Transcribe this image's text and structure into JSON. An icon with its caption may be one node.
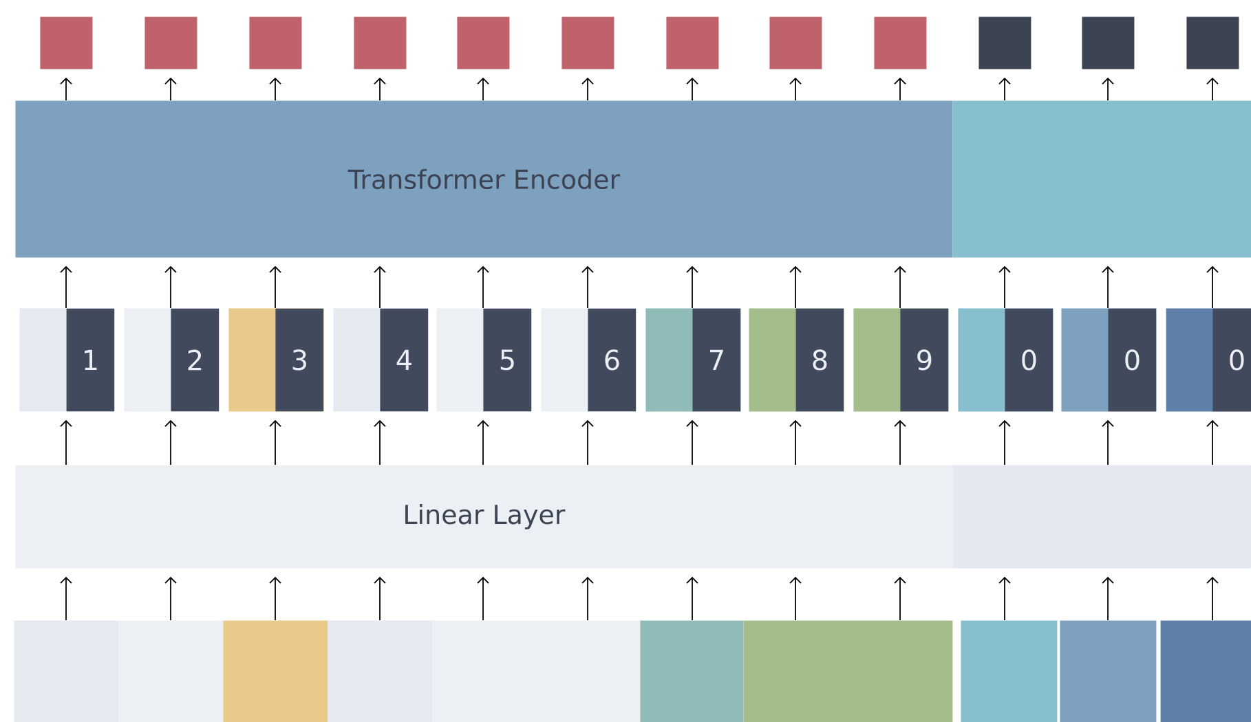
{
  "diagram": {
    "nodes": [
      {
        "text": [],
        "shape": "box"
      },
      {
        "text": [],
        "shape": "box"
      },
      {
        "text": [],
        "shape": "box"
      },
      {
        "text": [],
        "shape": "box"
      },
      {
        "text": [],
        "shape": "box"
      },
      {
        "text": [],
        "shape": "box"
      },
      {
        "text": [],
        "shape": "box"
      },
      {
        "text": [],
        "shape": "box"
      },
      {
        "text": [],
        "shape": "box"
      },
      {
        "text": [],
        "shape": "box"
      },
      {
        "text": [],
        "shape": "box"
      },
      {
        "text": [],
        "shape": "box"
      },
      {
        "text": [
          "Transformer Encoder"
        ]
      },
      {
        "text": [],
        "shape": "box"
      },
      {
        "text": [
          "1"
        ]
      },
      {
        "text": [
          "2"
        ]
      },
      {
        "text": [
          "3"
        ]
      },
      {
        "text": [
          "4"
        ]
      },
      {
        "text": [
          "5"
        ]
      },
      {
        "text": [
          "6"
        ]
      },
      {
        "text": [
          "7"
        ]
      },
      {
        "text": [
          "8"
        ]
      },
      {
        "text": [
          "9"
        ]
      },
      {
        "text": [
          "0"
        ]
      },
      {
        "text": [
          "0"
        ]
      },
      {
        "text": [
          "0"
        ]
      },
      {
        "text": [
          "Linear Layer"
        ]
      },
      {
        "text": [],
        "shape": "box"
      },
      {
        "text": [],
        "shape": "box"
      },
      {
        "text": [],
        "shape": "box"
      },
      {
        "text": [],
        "shape": "box"
      },
      {
        "text": [],
        "shape": "box"
      },
      {
        "text": [],
        "shape": "box"
      },
      {
        "text": [],
        "shape": "box"
      },
      {
        "text": [],
        "shape": "box"
      },
      {
        "text": [],
        "shape": "box"
      },
      {
        "text": [],
        "shape": "box"
      },
      {
        "text": [],
        "shape": "box"
      }
    ],
    "edges": [
      {
        "from": 28,
        "to": 26,
        "arrow": "to"
      },
      {
        "from": 29,
        "to": 26,
        "arrow": "to"
      },
      {
        "from": 30,
        "to": 26,
        "arrow": "to"
      },
      {
        "from": 31,
        "to": 26,
        "arrow": "to"
      },
      {
        "from": 32,
        "to": 26,
        "arrow": "to"
      },
      {
        "from": 32,
        "to": 26,
        "arrow": "to"
      },
      {
        "from": 33,
        "to": 26,
        "arrow": "to"
      },
      {
        "from": 34,
        "to": 26,
        "arrow": "to"
      },
      {
        "from": 34,
        "to": 26,
        "arrow": "to"
      },
      {
        "from": 35,
        "to": 27,
        "arrow": "to"
      },
      {
        "from": 36,
        "to": 27,
        "arrow": "to"
      },
      {
        "from": 37,
        "to": 27,
        "arrow": "to"
      },
      {
        "from": 26,
        "to": 14,
        "arrow": "to"
      },
      {
        "from": 26,
        "to": 15,
        "arrow": "to"
      },
      {
        "from": 26,
        "to": 16,
        "arrow": "to"
      },
      {
        "from": 26,
        "to": 17,
        "arrow": "to"
      },
      {
        "from": 26,
        "to": 18,
        "arrow": "to"
      },
      {
        "from": 26,
        "to": 19,
        "arrow": "to"
      },
      {
        "from": 26,
        "to": 20,
        "arrow": "to"
      },
      {
        "from": 26,
        "to": 21,
        "arrow": "to"
      },
      {
        "from": 26,
        "to": 22,
        "arrow": "to"
      },
      {
        "from": 27,
        "to": 23,
        "arrow": "to"
      },
      {
        "from": 27,
        "to": 24,
        "arrow": "to"
      },
      {
        "from": 27,
        "to": 25,
        "arrow": "to"
      },
      {
        "from": 14,
        "to": 12,
        "arrow": "to"
      },
      {
        "from": 15,
        "to": 12,
        "arrow": "to"
      },
      {
        "from": 16,
        "to": 12,
        "arrow": "to"
      },
      {
        "from": 17,
        "to": 12,
        "arrow": "to"
      },
      {
        "from": 18,
        "to": 12,
        "arrow": "to"
      },
      {
        "from": 19,
        "to": 12,
        "arrow": "to"
      },
      {
        "from": 20,
        "to": 12,
        "arrow": "to"
      },
      {
        "from": 21,
        "to": 12,
        "arrow": "to"
      },
      {
        "from": 22,
        "to": 12,
        "arrow": "to"
      },
      {
        "from": 23,
        "to": 13,
        "arrow": "to"
      },
      {
        "from": 24,
        "to": 13,
        "arrow": "to"
      },
      {
        "from": 25,
        "to": 13,
        "arrow": "to"
      },
      {
        "from": 12,
        "to": 0,
        "arrow": "to"
      },
      {
        "from": 12,
        "to": 1,
        "arrow": "to"
      },
      {
        "from": 12,
        "to": 2,
        "arrow": "to"
      },
      {
        "from": 12,
        "to": 3,
        "arrow": "to"
      },
      {
        "from": 12,
        "to": 4,
        "arrow": "to"
      },
      {
        "from": 12,
        "to": 5,
        "arrow": "to"
      },
      {
        "from": 12,
        "to": 6,
        "arrow": "to"
      },
      {
        "from": 12,
        "to": 7,
        "arrow": "to"
      },
      {
        "from": 12,
        "to": 8,
        "arrow": "to"
      },
      {
        "from": 13,
        "to": 9,
        "arrow": "to"
      },
      {
        "from": 13,
        "to": 10,
        "arrow": "to"
      },
      {
        "from": 13,
        "to": 11,
        "arrow": "to"
      }
    ]
  }
}
